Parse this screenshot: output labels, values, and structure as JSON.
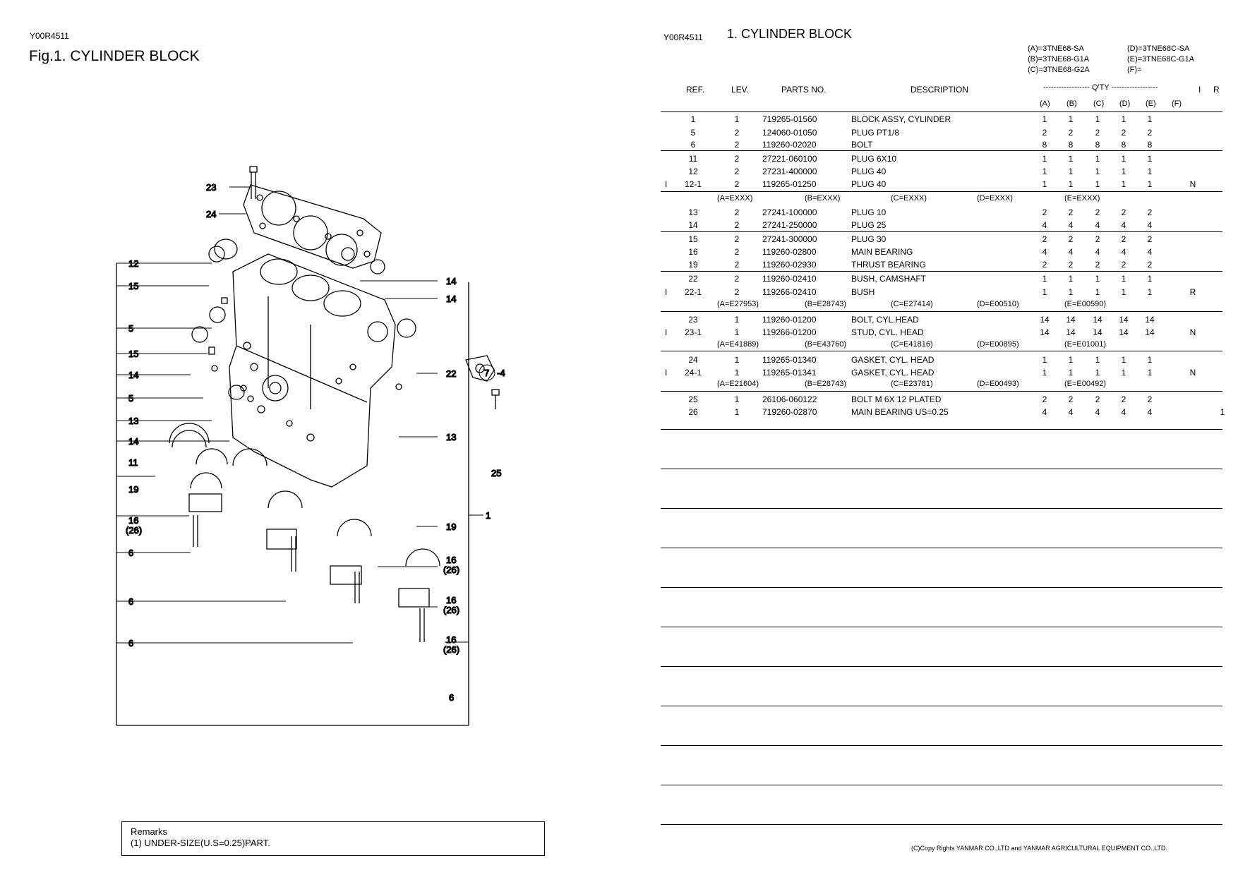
{
  "left": {
    "code": "Y00R4511",
    "fig_title": "Fig.1.  CYLINDER BLOCK",
    "callouts": [
      "23",
      "24",
      "12",
      "15",
      "5",
      "15",
      "14",
      "5",
      "13",
      "14",
      "11",
      "19",
      "16\n(26)",
      "6",
      "6",
      "6",
      "14",
      "14",
      "22",
      "7-4",
      "25",
      "13",
      "1",
      "19",
      "16\n(26)",
      "16\n(26)",
      "16\n(26)",
      "6"
    ],
    "remarks_title": "Remarks",
    "remarks_text": "(1) UNDER-SIZE(U.S=0.25)PART."
  },
  "right": {
    "code": "Y00R4511",
    "section_title": "1.  CYLINDER BLOCK",
    "models": [
      "(A)=3TNE68-SA",
      "(D)=3TNE68C-SA",
      "(B)=3TNE68-G1A",
      "(E)=3TNE68C-G1A",
      "(C)=3TNE68-G2A",
      "(F)="
    ],
    "headers": {
      "ref": "REF.",
      "lev": "LEV.",
      "parts_no": "PARTS NO.",
      "description": "DESCRIPTION",
      "qty": "------------------ Q'TY ------------------",
      "i": "I",
      "r": "R",
      "cols": [
        "(A)",
        "(B)",
        "(C)",
        "(D)",
        "(E)",
        "(F)"
      ]
    },
    "parts": [
      {
        "i": "",
        "ref": "1",
        "lev": "1",
        "no": "719265-01560",
        "desc": "BLOCK ASSY, CYLINDER",
        "q": [
          "1",
          "1",
          "1",
          "1",
          "1"
        ],
        "r": ""
      },
      {
        "i": "",
        "ref": "5",
        "lev": "2",
        "no": "124060-01050",
        "desc": "PLUG PT1/8",
        "q": [
          "2",
          "2",
          "2",
          "2",
          "2"
        ],
        "r": ""
      },
      {
        "i": "",
        "ref": "6",
        "lev": "2",
        "no": "119260-02020",
        "desc": "BOLT",
        "q": [
          "8",
          "8",
          "8",
          "8",
          "8"
        ],
        "r": ""
      },
      {
        "i": "",
        "ref": "11",
        "lev": "2",
        "no": "27221-060100",
        "desc": "PLUG  6X10",
        "q": [
          "1",
          "1",
          "1",
          "1",
          "1"
        ],
        "r": ""
      },
      {
        "i": "",
        "ref": "12",
        "lev": "2",
        "no": "27231-400000",
        "desc": "PLUG 40",
        "q": [
          "1",
          "1",
          "1",
          "1",
          "1"
        ],
        "r": ""
      },
      {
        "i": "I",
        "ref": "12-1",
        "lev": "2",
        "no": "119265-01250",
        "desc": "PLUG 40",
        "q": [
          "1",
          "1",
          "1",
          "1",
          "1"
        ],
        "r": "N"
      },
      {
        "sub": [
          "(A=EXXX)",
          "(B=EXXX)",
          "(C=EXXX)",
          "(D=EXXX)",
          "(E=EXXX)"
        ]
      },
      {
        "i": "",
        "ref": "13",
        "lev": "2",
        "no": "27241-100000",
        "desc": "PLUG 10",
        "q": [
          "2",
          "2",
          "2",
          "2",
          "2"
        ],
        "r": ""
      },
      {
        "i": "",
        "ref": "14",
        "lev": "2",
        "no": "27241-250000",
        "desc": "PLUG 25",
        "q": [
          "4",
          "4",
          "4",
          "4",
          "4"
        ],
        "r": ""
      },
      {
        "i": "",
        "ref": "15",
        "lev": "2",
        "no": "27241-300000",
        "desc": "PLUG 30",
        "q": [
          "2",
          "2",
          "2",
          "2",
          "2"
        ],
        "r": ""
      },
      {
        "i": "",
        "ref": "16",
        "lev": "2",
        "no": "119260-02800",
        "desc": "MAIN BEARING",
        "q": [
          "4",
          "4",
          "4",
          "4",
          "4"
        ],
        "r": ""
      },
      {
        "i": "",
        "ref": "19",
        "lev": "2",
        "no": "119260-02930",
        "desc": "THRUST BEARING",
        "q": [
          "2",
          "2",
          "2",
          "2",
          "2"
        ],
        "r": ""
      },
      {
        "i": "",
        "ref": "22",
        "lev": "2",
        "no": "119260-02410",
        "desc": "BUSH, CAMSHAFT",
        "q": [
          "1",
          "1",
          "1",
          "1",
          "1"
        ],
        "r": ""
      },
      {
        "i": "I",
        "ref": "22-1",
        "lev": "2",
        "no": "119266-02410",
        "desc": "BUSH",
        "q": [
          "1",
          "1",
          "1",
          "1",
          "1"
        ],
        "r": "R"
      },
      {
        "sub": [
          "(A=E27953)",
          "(B=E28743)",
          "(C=E27414)",
          "(D=E00510)",
          "(E=E00590)"
        ]
      },
      {
        "i": "",
        "ref": "23",
        "lev": "1",
        "no": "119260-01200",
        "desc": "BOLT, CYL.HEAD",
        "q": [
          "14",
          "14",
          "14",
          "14",
          "14"
        ],
        "r": ""
      },
      {
        "i": "I",
        "ref": "23-1",
        "lev": "1",
        "no": "119266-01200",
        "desc": "STUD, CYL. HEAD",
        "q": [
          "14",
          "14",
          "14",
          "14",
          "14"
        ],
        "r": "N"
      },
      {
        "sub": [
          "(A=E41889)",
          "(B=E43760)",
          "(C=E41816)",
          "(D=E00895)",
          "(E=E01001)"
        ]
      },
      {
        "i": "",
        "ref": "24",
        "lev": "1",
        "no": "119265-01340",
        "desc": "GASKET, CYL. HEAD",
        "q": [
          "1",
          "1",
          "1",
          "1",
          "1"
        ],
        "r": ""
      },
      {
        "i": "I",
        "ref": "24-1",
        "lev": "1",
        "no": "119265-01341",
        "desc": "GASKET, CYL. HEAD",
        "q": [
          "1",
          "1",
          "1",
          "1",
          "1"
        ],
        "r": "N"
      },
      {
        "sub": [
          "(A=E21604)",
          "(B=E28743)",
          "(C=E23781)",
          "(D=E00493)",
          "(E=E00492)"
        ]
      },
      {
        "i": "",
        "ref": "25",
        "lev": "1",
        "no": "26106-060122",
        "desc": "BOLT M 6X 12 PLATED",
        "q": [
          "2",
          "2",
          "2",
          "2",
          "2"
        ],
        "r": ""
      },
      {
        "i": "",
        "ref": "26",
        "lev": "1",
        "no": "719260-02870",
        "desc": "MAIN BEARING US=0.25",
        "q": [
          "4",
          "4",
          "4",
          "4",
          "4"
        ],
        "r": "1"
      }
    ],
    "copyright": "(C)Copy Rights  YANMAR CO.,LTD and YANMAR AGRICULTURAL EQUIPMENT CO.,LTD."
  }
}
